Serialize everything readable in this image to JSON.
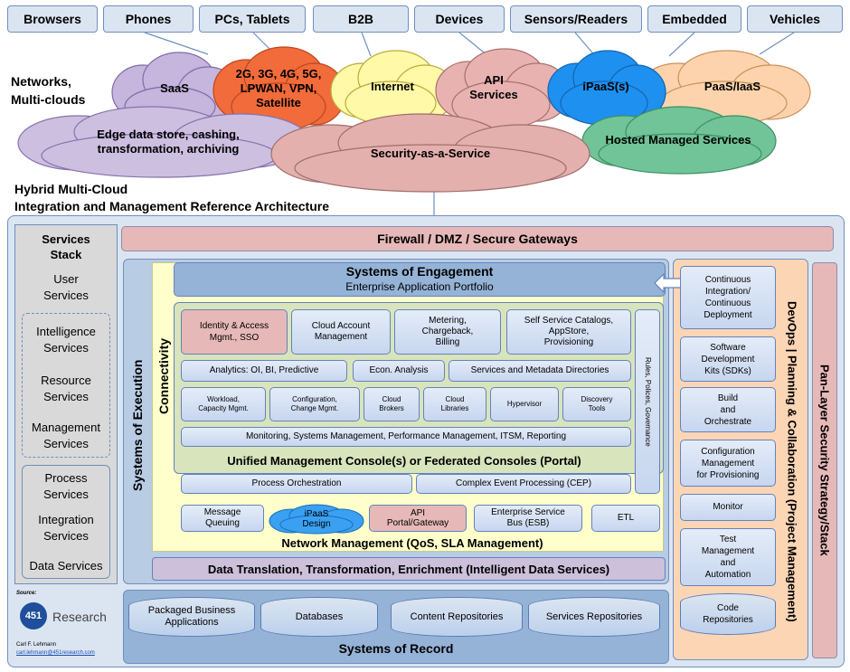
{
  "devices": [
    "Browsers",
    "Phones",
    "PCs, Tablets",
    "B2B",
    "Devices",
    "Sensors/Readers",
    "Embedded",
    "Vehicles"
  ],
  "networks_label": [
    "Networks,",
    "Multi-clouds"
  ],
  "clouds": {
    "saas": "SaaS",
    "cellular": [
      "2G, 3G, 4G, 5G,",
      "LPWAN, VPN,",
      "Satellite"
    ],
    "internet": "Internet",
    "api": [
      "API",
      "Services"
    ],
    "ipaas": "iPaaS(s)",
    "paas": "PaaS/IaaS",
    "edge": [
      "Edge data store, cashing,",
      "transformation, archiving"
    ],
    "security": "Security-as-a-Service",
    "hosted": "Hosted Managed Services"
  },
  "arch_title": [
    "Hybrid Multi-Cloud",
    "Integration and Management Reference Architecture"
  ],
  "services_stack": {
    "title": [
      "Services",
      "Stack"
    ],
    "user": [
      "User",
      "Services"
    ],
    "intelligence": [
      "Intelligence",
      "Services"
    ],
    "resource": [
      "Resource",
      "Services"
    ],
    "management": [
      "Management",
      "Services"
    ],
    "process": [
      "Process",
      "Services"
    ],
    "integration": [
      "Integration",
      "Services"
    ],
    "data": "Data Services"
  },
  "source": {
    "label": "Source:",
    "logo_number": "451",
    "logo_word": "Research",
    "author": "Carl F. Lehmann",
    "email": "carl.lehmann@451research.com"
  },
  "firewall": "Firewall / DMZ / Secure Gateways",
  "systems_of_execution": "Systems of Execution",
  "connectivity": "Connectivity",
  "engagement": {
    "title": "Systems of Engagement",
    "subtitle": "Enterprise Application Portfolio"
  },
  "modules": {
    "identity": [
      "Identity & Access",
      "Mgmt., SSO"
    ],
    "cloud_account": [
      "Cloud Account",
      "Management"
    ],
    "metering": [
      "Metering,",
      "Chargeback,",
      "Billing"
    ],
    "self_service": [
      "Self Service Catalogs,",
      "AppStore,",
      "Provisioning"
    ],
    "analytics": "Analytics: OI, BI, Predictive",
    "econ": "Econ. Analysis",
    "directories": "Services and Metadata Directories",
    "workload": [
      "Workload,",
      "Capacity Mgmt."
    ],
    "configuration": [
      "Configuration,",
      "Change Mgmt."
    ],
    "brokers": [
      "Cloud",
      "Brokers"
    ],
    "libraries": [
      "Cloud",
      "Libraries"
    ],
    "hypervisor": "Hypervisor",
    "discovery": [
      "Discovery",
      "Tools"
    ],
    "monitoring": "Monitoring, Systems Management, Performance Management, ITSM, Reporting",
    "rules": "Rules, Polices, Governance"
  },
  "unified_console": "Unified Management Console(s) or Federated Consoles (Portal)",
  "process_orchestration": "Process Orchestration",
  "cep": "Complex Event Processing (CEP)",
  "integration": {
    "mq": [
      "Message",
      "Queuing"
    ],
    "ipaas_design": [
      "iPaaS",
      "Design"
    ],
    "api_portal": [
      "API",
      "Portal/Gateway"
    ],
    "esb": [
      "Enterprise Service",
      "Bus (ESB)"
    ],
    "etl": "ETL"
  },
  "network_mgmt": "Network Management (QoS, SLA Management)",
  "data_translation": "Data Translation, Transformation, Enrichment (Intelligent Data Services)",
  "record": {
    "packaged": [
      "Packaged Business",
      "Applications"
    ],
    "databases": "Databases",
    "content": "Content Repositories",
    "services": "Services Repositories",
    "title": "Systems of Record"
  },
  "devops": {
    "ci": [
      "Continuous",
      "Integration/",
      "Continuous",
      "Deployment"
    ],
    "sdk": [
      "Software",
      "Development",
      "Kits (SDKs)"
    ],
    "build": [
      "Build",
      "and",
      "Orchestrate"
    ],
    "config": [
      "Configuration",
      "Management",
      "for Provisioning"
    ],
    "monitor": "Monitor",
    "test": [
      "Test",
      "Management",
      "and",
      "Automation"
    ],
    "code": [
      "Code",
      "Repositories"
    ],
    "label": "DevOps | Planning & Collaboration (Project Management)"
  },
  "pan_layer": "Pan-Layer Security Strategy/Stack"
}
